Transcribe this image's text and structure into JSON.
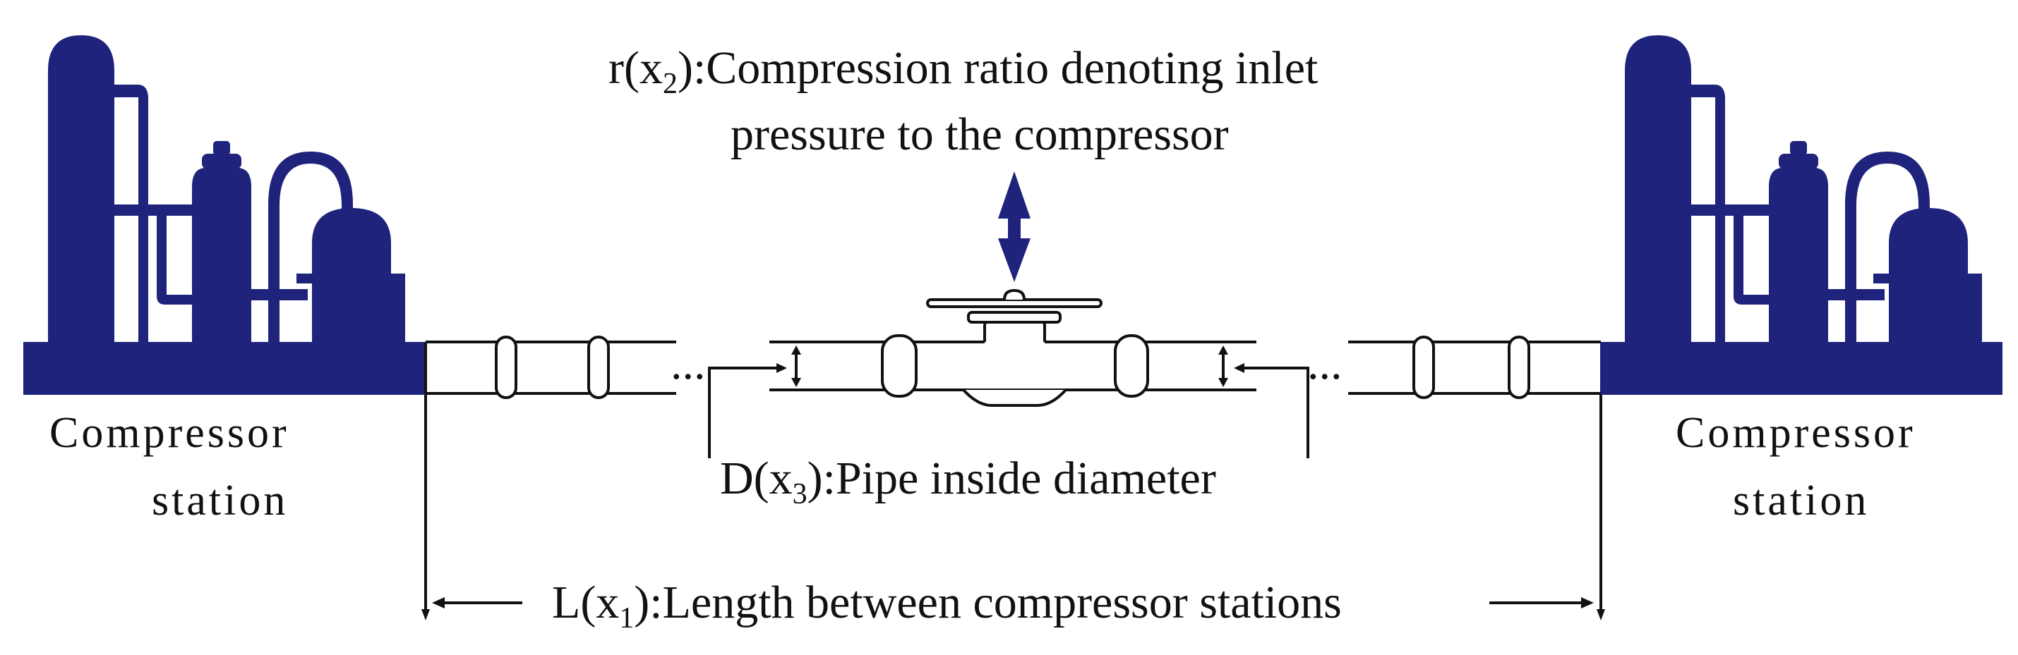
{
  "colors": {
    "station_fill": "#1f237b",
    "arrow_fill": "#1f237b",
    "line": "#111111",
    "background": "#ffffff"
  },
  "stations": {
    "left": {
      "line1": "Compressor",
      "line2": "station"
    },
    "right": {
      "line1": "Compressor",
      "line2": "station"
    }
  },
  "labels": {
    "compression_ratio": {
      "line1_prefix": "r(x",
      "line1_sub": "2",
      "line1_suffix": "):Compression ratio denoting inlet",
      "line2": "pressure to the compressor"
    },
    "diameter": {
      "prefix": "D(x",
      "sub": "3",
      "suffix": "):Pipe inside diameter"
    },
    "length": {
      "prefix": "L(x",
      "sub": "1",
      "suffix": "):Length between compressor stations"
    },
    "ellipsis": "..."
  }
}
